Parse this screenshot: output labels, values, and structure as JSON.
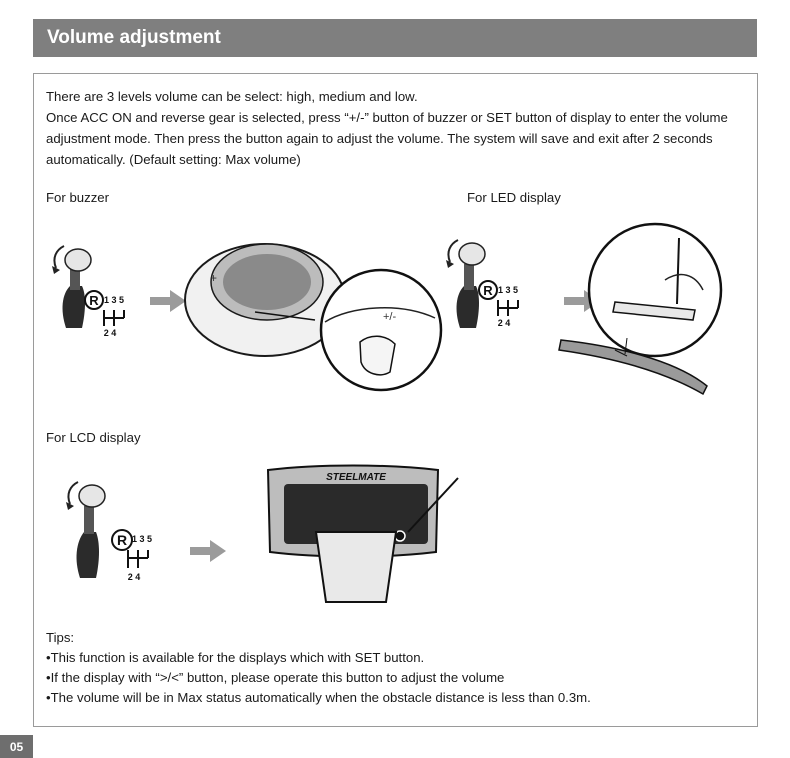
{
  "header": {
    "title": "Volume adjustment"
  },
  "intro": {
    "line1": "There are 3 levels volume can be select: high, medium and low.",
    "line2": "Once ACC ON and reverse gear is selected, press “+/-” button of buzzer or SET button of display to enter the volume adjustment mode. Then press the button again to adjust the volume. The system will save and exit after 2 seconds automatically. (Default setting: Max volume)"
  },
  "sections": {
    "buzzer": "For buzzer",
    "led": "For LED display",
    "lcd": "For LCD display"
  },
  "gear": {
    "r": "R",
    "top": "1 3 5",
    "bottom": "2 4"
  },
  "buzzer_marks": {
    "left": "+",
    "right": "+/-"
  },
  "lcd_brand": "STEELMATE",
  "tips": {
    "title": "Tips:",
    "items": [
      "•This function is available for the displays which with SET button.",
      "•If the display with “>/<” button, please operate this button to adjust the volume",
      "•The volume will be in Max status automatically when the obstacle distance is less than 0.3m."
    ]
  },
  "page_number": "05"
}
